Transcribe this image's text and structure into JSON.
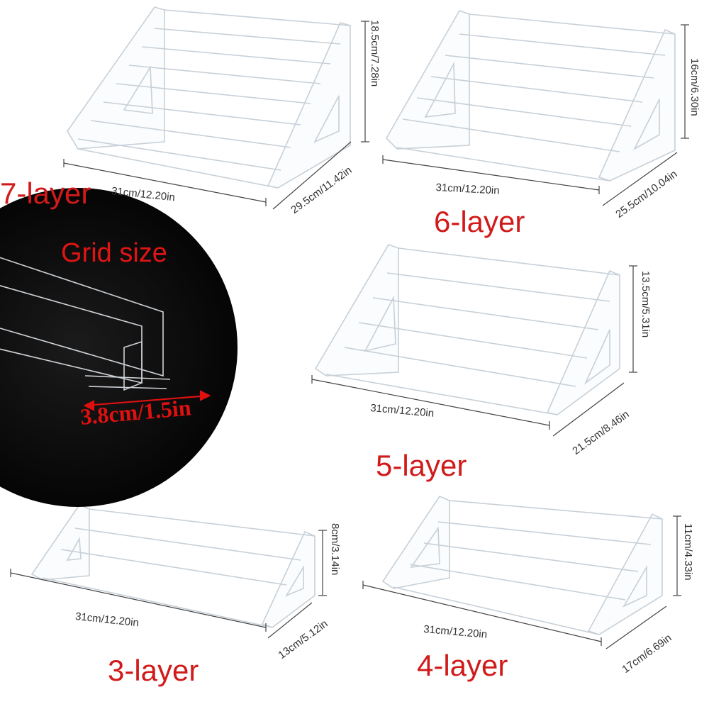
{
  "products": [
    {
      "id": "7-layer",
      "title": "7-layer",
      "width": "31cm/12.20in",
      "height": "18.5cm/7.28in",
      "depth": "29.5cm/11.42in"
    },
    {
      "id": "6-layer",
      "title": "6-layer",
      "width": "31cm/12.20in",
      "height": "16cm/6.30in",
      "depth": "25.5cm/10.04in"
    },
    {
      "id": "5-layer",
      "title": "5-layer",
      "width": "31cm/12.20in",
      "height": "13.5cm/5.31in",
      "depth": "21.5cm/8.46in"
    },
    {
      "id": "3-layer",
      "title": "3-layer",
      "width": "31cm/12.20in",
      "height": "8cm/3.14in",
      "depth": "13cm/5.12in"
    },
    {
      "id": "4-layer",
      "title": "4-layer",
      "width": "31cm/12.20in",
      "height": "11cm/4.33in",
      "depth": "17cm/6.69in"
    }
  ],
  "grid_detail": {
    "title": "Grid size",
    "dimension": "3.8cm/1.5in"
  },
  "colors": {
    "title_red": "#d11a1a",
    "acrylic_edge": "#c9d3dc",
    "background": "#ffffff",
    "circle_bg": "#0a0a0a"
  }
}
